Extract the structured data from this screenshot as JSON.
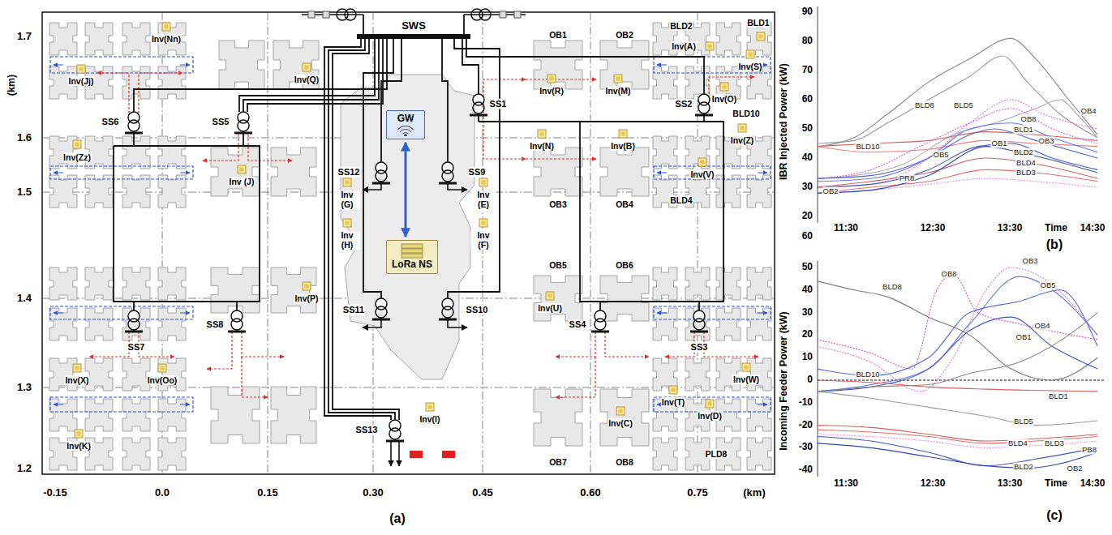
{
  "diagram": {
    "nodes": [
      {
        "text": [
          "GW"
        ]
      },
      {
        "text": [
          "LoRa NS"
        ]
      }
    ],
    "edges": [
      {
        "from": 0,
        "to": 1,
        "arrow": "both"
      }
    ],
    "labels": [
      "1.7",
      "1.6",
      "1.5",
      "1.4",
      "1.3",
      "1.2",
      "(km)",
      "-0.15",
      "0.0",
      "0.15",
      "0.30",
      "0.45",
      "0.60",
      "0.75",
      "(km)",
      "(a)",
      "SWS",
      "SS1",
      "SS2",
      "SS3",
      "SS4",
      "SS5",
      "SS6",
      "SS7",
      "SS8",
      "SS9",
      "SS10",
      "SS11",
      "SS12",
      "SS13",
      "Inv(Nn)",
      "Inv(Jj)",
      "Inv(Q)",
      "Inv(Zz)",
      "Inv (J)",
      "Inv(R)",
      "Inv(M)",
      "Inv(A)",
      "Inv(S)",
      "Inv(O)",
      "Inv(Z)",
      "Inv(N)",
      "Inv(B)",
      "Inv(V)",
      "Inv (G)",
      "Inv (E)",
      "Inv (H)",
      "Inv (F)",
      "Inv(P)",
      "Inv(U)",
      "Inv(X)",
      "Inv(Oo)",
      "Inv(K)",
      "Inv(T)",
      "Inv(D)",
      "Inv(W)",
      "Inv(I)",
      "Inv(C)",
      "OB1",
      "OB2",
      "BLD2",
      "BLD1",
      "BLD10",
      "OB3",
      "OB4",
      "BLD4",
      "OB5",
      "OB6",
      "OB7",
      "OB8",
      "PLD8",
      "IBR Injected Power (kW)",
      "90",
      "80",
      "70",
      "60",
      "50",
      "40",
      "30",
      "20",
      "60",
      "11:30",
      "12:30",
      "13:30",
      "Time",
      "14:30",
      "(b)",
      "BLD8",
      "BLD5",
      "OB4",
      "OB8",
      "BLD1",
      "BLD10",
      "OB5",
      "OB1",
      "OB3",
      "BLD2",
      "BLD4",
      "BLD3",
      "PR8",
      "OB2",
      "Incoming Feeder Power (kW)",
      "50",
      "40",
      "30",
      "20",
      "10",
      "0",
      "-10",
      "-20",
      "-30",
      "-40",
      "11:30",
      "12:30",
      "13:30",
      "Time",
      "14:30",
      "(c)",
      "OB3",
      "OB8",
      "OB5",
      "BLD8",
      "OB4",
      "OB1",
      "BLD10",
      "BLD1",
      "BLD5",
      "BLD4",
      "BLD3",
      "PB8",
      "BLD2",
      "OB2"
    ]
  }
}
